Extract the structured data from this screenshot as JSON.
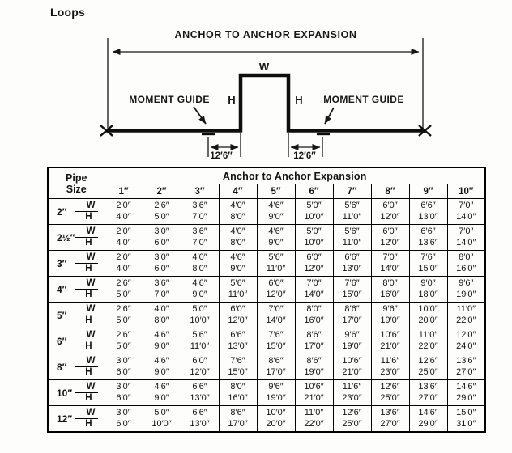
{
  "title": "Loops",
  "diagram": {
    "anchor_label": "ANCHOR TO ANCHOR EXPANSION",
    "w_label": "W",
    "h_label_left": "H",
    "h_label_right": "H",
    "moment_guide_left": "MOMENT GUIDE",
    "moment_guide_right": "MOMENT GUIDE",
    "dim_left": "12′6″",
    "dim_right": "12′6″"
  },
  "table": {
    "pipe_size_header_line1": "Pipe",
    "pipe_size_header_line2": "Size",
    "span_header": "Anchor to Anchor Expansion",
    "col_headers": [
      "1″",
      "2″",
      "3″",
      "4″",
      "5″",
      "6″",
      "7″",
      "8″",
      "9″",
      "10″"
    ],
    "w_row_label": "W",
    "h_row_label": "H",
    "rows": [
      {
        "size": "2″",
        "w": [
          "2′0″",
          "2′6″",
          "3′6″",
          "4′0″",
          "4′6″",
          "5′0″",
          "5′6″",
          "6′0″",
          "6′6″",
          "7′0″"
        ],
        "h": [
          "4′0″",
          "5′0″",
          "7′0″",
          "8′0″",
          "9′0″",
          "10′0″",
          "11′0″",
          "12′0″",
          "13′0″",
          "14′0″"
        ]
      },
      {
        "size": "2½″",
        "w": [
          "2′0″",
          "3′0″",
          "3′6″",
          "4′0″",
          "4′6″",
          "5′0″",
          "5′6″",
          "6′0″",
          "6′6″",
          "7′0″"
        ],
        "h": [
          "4′0″",
          "6′0″",
          "7′0″",
          "8′0″",
          "9′0″",
          "10′0″",
          "11′0″",
          "12′0″",
          "13′6″",
          "14′0″"
        ]
      },
      {
        "size": "3″",
        "w": [
          "2′0″",
          "3′0″",
          "4′0″",
          "4′6″",
          "5′6″",
          "6′0″",
          "6′6″",
          "7′0″",
          "7′6″",
          "8′0″"
        ],
        "h": [
          "4′0″",
          "6′0″",
          "8′0″",
          "9′0″",
          "11′0″",
          "12′0″",
          "13′0″",
          "14′0″",
          "15′0″",
          "16′0″"
        ]
      },
      {
        "size": "4″",
        "w": [
          "2′6″",
          "3′6″",
          "4′6″",
          "5′6″",
          "6′0″",
          "7′0″",
          "7′6″",
          "8′0″",
          "9′0″",
          "9′6″"
        ],
        "h": [
          "5′0″",
          "7′0″",
          "9′0″",
          "11′0″",
          "12′0″",
          "14′0″",
          "15′0″",
          "16′0″",
          "18′0″",
          "19′0″"
        ]
      },
      {
        "size": "5″",
        "w": [
          "2′6″",
          "4′0″",
          "5′0″",
          "6′0″",
          "7′0″",
          "8′0″",
          "8′6″",
          "9′6″",
          "10′0″",
          "11′0″"
        ],
        "h": [
          "5′0″",
          "8′0″",
          "10′0″",
          "12′0″",
          "14′0″",
          "16′0″",
          "17′0″",
          "19′0″",
          "20′0″",
          "22′0″"
        ]
      },
      {
        "size": "6″",
        "w": [
          "2′6″",
          "4′6″",
          "5′6″",
          "6′6″",
          "7′6″",
          "8′6″",
          "9′6″",
          "10′6″",
          "11′0″",
          "12′0″"
        ],
        "h": [
          "5′0″",
          "9′0″",
          "11′0″",
          "13′0″",
          "15′0″",
          "17′0″",
          "19′0″",
          "21′0″",
          "22′0″",
          "24′0″"
        ]
      },
      {
        "size": "8″",
        "w": [
          "3′0″",
          "4′6″",
          "6′0″",
          "7′6″",
          "8′6″",
          "8′6″",
          "10′6″",
          "11′6″",
          "12′6″",
          "13′6″"
        ],
        "h": [
          "6′0″",
          "9′0″",
          "12′0″",
          "15′0″",
          "17′0″",
          "19′0″",
          "21′0″",
          "23′0″",
          "25′0″",
          "27′0″"
        ]
      },
      {
        "size": "10″",
        "w": [
          "3′0″",
          "4′6″",
          "6′6″",
          "8′0″",
          "9′6″",
          "10′6″",
          "11′6″",
          "12′6″",
          "13′6″",
          "14′6″"
        ],
        "h": [
          "6′0″",
          "9′0″",
          "13′0″",
          "16′0″",
          "19′0″",
          "21′0″",
          "23′0″",
          "25′0″",
          "27′0″",
          "29′0″"
        ]
      },
      {
        "size": "12″",
        "w": [
          "3′0″",
          "5′0″",
          "6′6″",
          "8′6″",
          "10′0″",
          "11′0″",
          "12′6″",
          "13′6″",
          "14′6″",
          "15′0″"
        ],
        "h": [
          "6′0″",
          "10′0″",
          "13′0″",
          "17′0″",
          "20′0″",
          "22′0″",
          "25′0″",
          "27′0″",
          "29′0″",
          "31′0″"
        ]
      }
    ]
  }
}
